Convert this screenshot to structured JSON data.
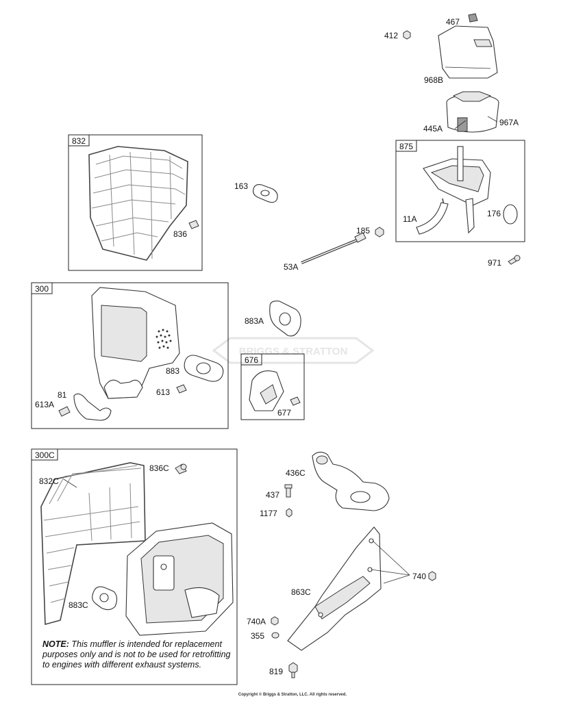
{
  "watermark": "BRIGGS & STRATTON",
  "boxes": {
    "b832": "832",
    "b875": "875",
    "b300": "300",
    "b676": "676",
    "b300c": "300C"
  },
  "parts": {
    "p467": "467",
    "p412": "412",
    "p968b": "968B",
    "p445a": "445A",
    "p967a": "967A",
    "p11a": "11A",
    "p176": "176",
    "p971": "971",
    "p163": "163",
    "p185": "185",
    "p53a": "53A",
    "p836": "836",
    "p883a": "883A",
    "p677": "677",
    "p883": "883",
    "p613": "613",
    "p81": "81",
    "p613a": "613A",
    "p836c": "836C",
    "p832c": "832C",
    "p883c": "883C",
    "p436c": "436C",
    "p437": "437",
    "p1177": "1177",
    "p740": "740",
    "p863c": "863C",
    "p740a": "740A",
    "p355": "355",
    "p819": "819"
  },
  "note": {
    "label": "NOTE:",
    "text": "This muffler is intended for replacement purposes only and is not to be used for retrofitting to engines with different exhaust systems."
  },
  "copyright": "Copyright © Briggs & Stratton, LLC. All rights reserved."
}
